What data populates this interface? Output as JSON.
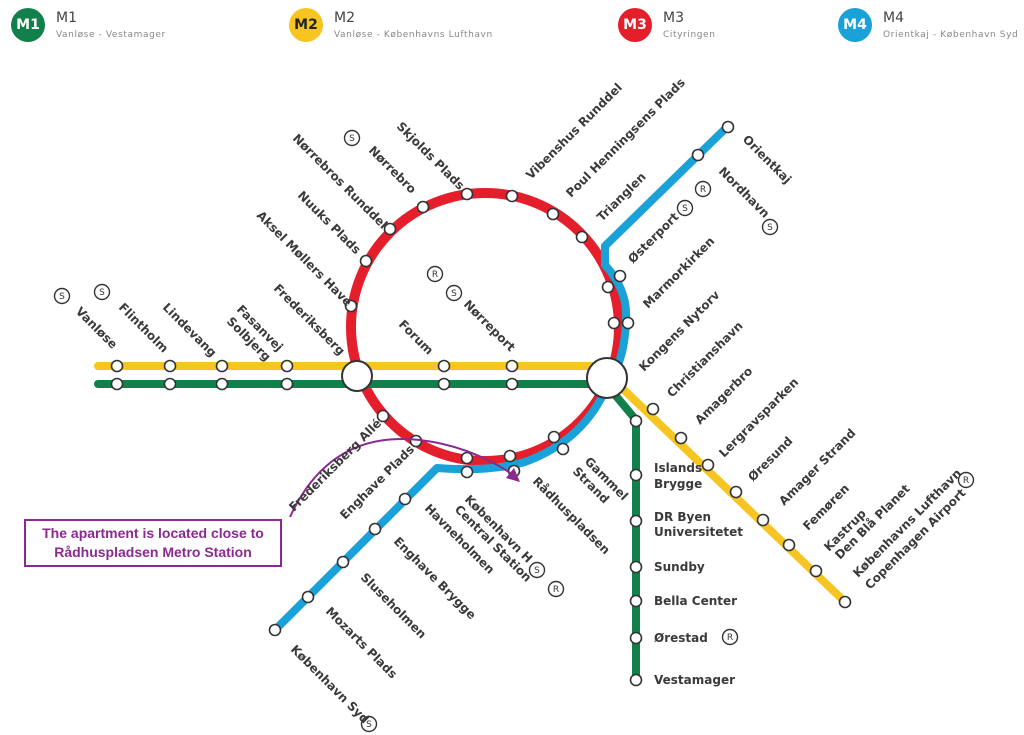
{
  "legend": [
    {
      "code": "M1",
      "name": "M1",
      "route": "Vanløse - Vestamager",
      "color": "#11804A"
    },
    {
      "code": "M2",
      "name": "M2",
      "route": "Vanløse - Københavns Lufthavn",
      "color": "#F6C521"
    },
    {
      "code": "M3",
      "name": "M3",
      "route": "Cityringen",
      "color": "#E41E2B"
    },
    {
      "code": "M4",
      "name": "M4",
      "route": "Orientkaj - København Syd",
      "color": "#1AA2D8"
    }
  ],
  "colors": {
    "m1": "#11804A",
    "m2": "#F6C521",
    "m3": "#E41E2B",
    "m4": "#1AA2D8",
    "note": "#8A2A90"
  },
  "annotation": {
    "line1": "The apartment is located close to",
    "line2": "Rådhuspladsen Metro Station",
    "target_station": "Rådhuspladsen"
  },
  "stations": {
    "vanlose": "Vanløse",
    "flintholm": "Flintholm",
    "lindevang": "Lindevang",
    "fasanvej_1": "Fasanvej",
    "fasanvej_2": "Solbjerg",
    "frederiksberg": "Frederiksberg",
    "forum": "Forum",
    "norreport": "Nørreport",
    "kongens_nytorv": "Kongens Nytorv",
    "christianshavn": "Christianshavn",
    "islands_brygge_1": "Islands",
    "islands_brygge_2": "Brygge",
    "dr_byen_1": "DR Byen",
    "dr_byen_2": "Universitetet",
    "sundby": "Sundby",
    "bella_center": "Bella Center",
    "orestad": "Ørestad",
    "vestamager": "Vestamager",
    "amagerbro": "Amagerbro",
    "lergravsparken": "Lergravsparken",
    "oresund": "Øresund",
    "amager_strand": "Amager Strand",
    "femoren": "Femøren",
    "kastrup": "Kastrup",
    "den_bla_planet": "Den Blå Planet",
    "lufthavn_1": "Københavns Lufthavn",
    "lufthavn_2": "Copenhagen Airport",
    "aksel_mollers_have": "Aksel Møllers Have",
    "nuuks_plads": "Nuuks Plads",
    "norrebros_runddel": "Nørrebros Runddel",
    "norrebro": "Nørrebro",
    "skjolds_plads": "Skjolds Plads",
    "vibenshus_runddel": "Vibenshus Runddel",
    "poul_henningsens_plads": "Poul Henningsens Plads",
    "trianglen": "Trianglen",
    "osterport": "Østerport",
    "marmorkirken": "Marmorkirken",
    "frederiksberg_alle": "Frederiksberg Allé",
    "kobenhavn_h_1": "København H",
    "kobenhavn_h_2": "Central Station",
    "radhuspladsen": "Rådhuspladsen",
    "gammel_strand_1": "Gammel",
    "gammel_strand_2": "Strand",
    "orientkaj": "Orientkaj",
    "nordhavn": "Nordhavn",
    "enghave_plads": "Enghave Plads",
    "havneholmen": "Havneholmen",
    "enghave_brygge": "Enghave Brygge",
    "sluseholmen": "Sluseholmen",
    "mozarts_plads": "Mozarts Plads",
    "kobenhavn_syd": "København Syd"
  }
}
